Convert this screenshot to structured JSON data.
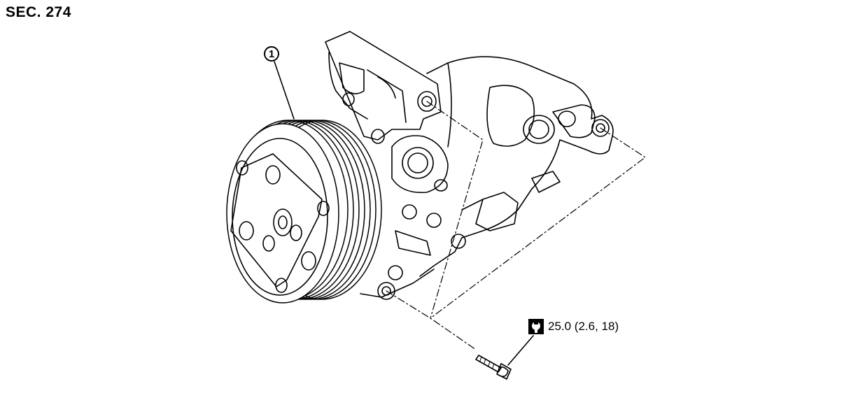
{
  "section_label": "SEC. 274",
  "callouts": [
    {
      "number": "1"
    }
  ],
  "torque_spec": {
    "icon": "wrench-torque-icon",
    "text": "25.0 (2.6, 18)"
  }
}
